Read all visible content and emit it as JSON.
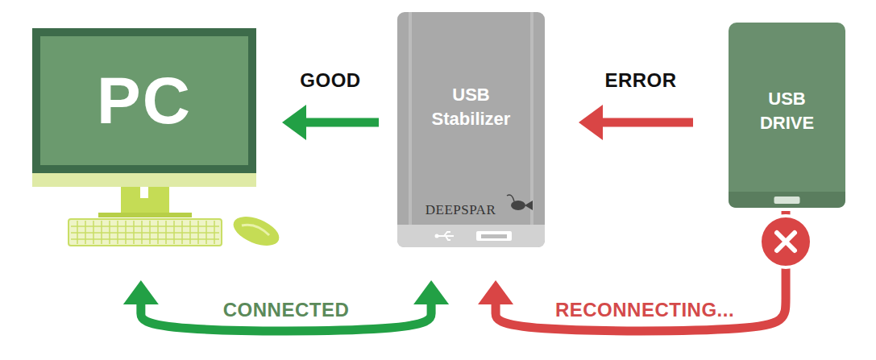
{
  "diagram": {
    "nodes": [
      {
        "text": [
          "PC"
        ]
      },
      {
        "text": [
          "USB Stabilizer",
          "DEEPSPAR"
        ]
      },
      {
        "text": [
          "USB DRIVE"
        ]
      }
    ],
    "edges": [
      {
        "from": 1,
        "to": 0,
        "arrow": "to",
        "label": "GOOD"
      },
      {
        "from": 2,
        "to": 1,
        "arrow": "to",
        "label": "ERROR"
      },
      {
        "from": 0,
        "to": 1,
        "arrow": "both",
        "label": "CONNECTED"
      },
      {
        "from": 2,
        "to": 1,
        "arrow": "to",
        "label": "RECONNECTING..."
      }
    ]
  }
}
